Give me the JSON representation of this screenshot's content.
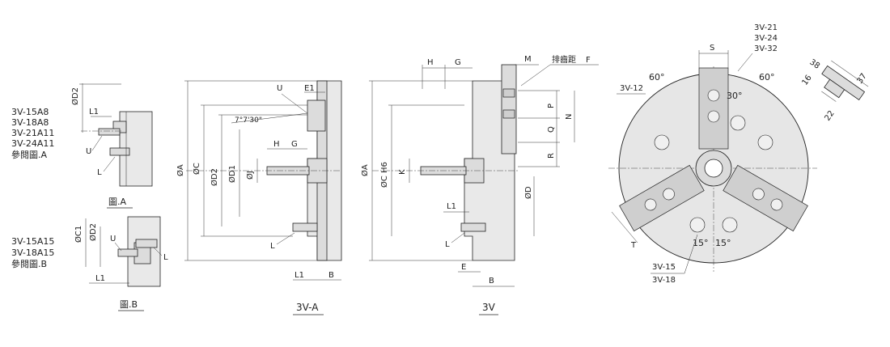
{
  "left_notes": {
    "group_a": [
      "3V-15A8",
      "3V-18A8",
      "3V-21A11",
      "3V-24A11",
      "參閱圖.A"
    ],
    "group_b": [
      "3V-15A15",
      "3V-18A15",
      "參閱圖.B"
    ]
  },
  "fig_a": {
    "caption": "圖.A",
    "labels": {
      "od2": "ØD2",
      "l1": "L1",
      "u": "U",
      "l": "L"
    }
  },
  "fig_b": {
    "caption": "圖.B",
    "labels": {
      "oc1": "ØC1",
      "od2": "ØD2",
      "u": "U",
      "l": "L",
      "l1": "L1"
    }
  },
  "view_3va": {
    "title": "3V-A",
    "labels": {
      "u": "U",
      "e1": "E1",
      "angle": "7°7'30\"",
      "h": "H",
      "g": "G",
      "oa": "ØA",
      "oc": "ØC",
      "od2": "ØD2",
      "od1": "ØD1",
      "oj": "ØJ",
      "l": "L",
      "l1": "L1",
      "b": "B"
    }
  },
  "view_3v": {
    "title": "3V",
    "labels": {
      "h": "H",
      "g": "G",
      "m": "M",
      "f": "F",
      "serration": "排齒距",
      "p": "P",
      "q": "Q",
      "n": "N",
      "r": "R",
      "oa": "ØA",
      "och6": "ØC H6",
      "k": "K",
      "od": "ØD",
      "l1": "L1",
      "l": "L",
      "e": "E",
      "b": "B"
    }
  },
  "front_view": {
    "labels": {
      "s": "S",
      "models_top": [
        "3V-21",
        "3V-24",
        "3V-32"
      ],
      "angle_left": "60°",
      "angle_right": "60°",
      "angle_jaw": "30°",
      "model_left": "3V-12",
      "t": "T",
      "angle_b1": "15°",
      "angle_b2": "15°",
      "models_bottom": [
        "3V-15",
        "3V-18"
      ]
    }
  },
  "jaw_detail": {
    "labels": {
      "d38": "38",
      "d16": "16",
      "d37": "37",
      "d22": "22"
    }
  }
}
